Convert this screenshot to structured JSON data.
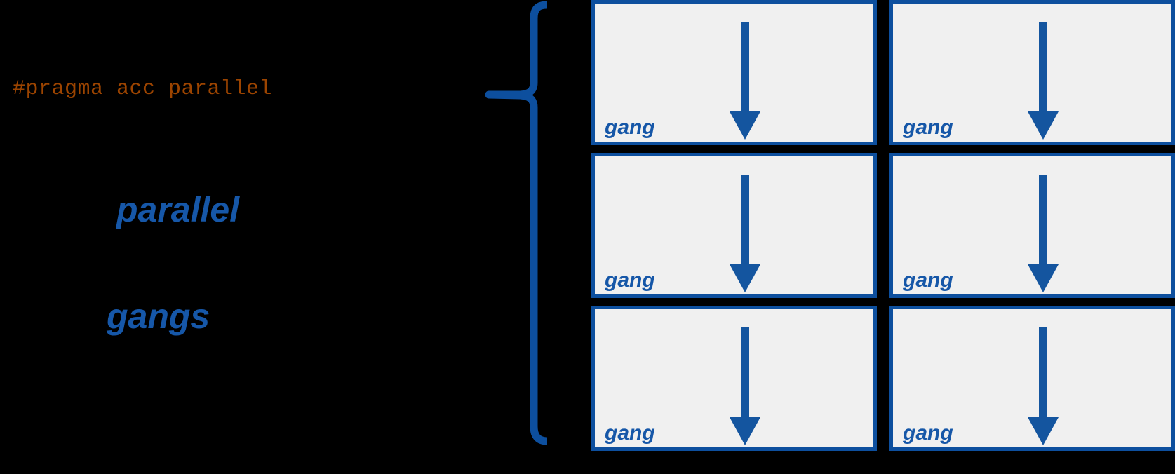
{
  "diagram": {
    "title_code": "#pragma acc parallel",
    "labels": {
      "parallel": "parallel",
      "gangs": "gangs"
    },
    "brace": {
      "icon": "left-curly-brace-icon",
      "orientation": "points-left"
    },
    "colors": {
      "background": "#000000",
      "code_text": "#9c4400",
      "accent_blue": "#1657a8",
      "border_blue": "#0d4f9e",
      "cell_fill": "#f0f0f0"
    },
    "grid": {
      "rows": 3,
      "columns": 2,
      "cells": [
        {
          "label": "gang",
          "arrow": "down-arrow-icon"
        },
        {
          "label": "gang",
          "arrow": "down-arrow-icon"
        },
        {
          "label": "gang",
          "arrow": "down-arrow-icon"
        },
        {
          "label": "gang",
          "arrow": "down-arrow-icon"
        },
        {
          "label": "gang",
          "arrow": "down-arrow-icon"
        },
        {
          "label": "gang",
          "arrow": "down-arrow-icon"
        }
      ]
    }
  }
}
